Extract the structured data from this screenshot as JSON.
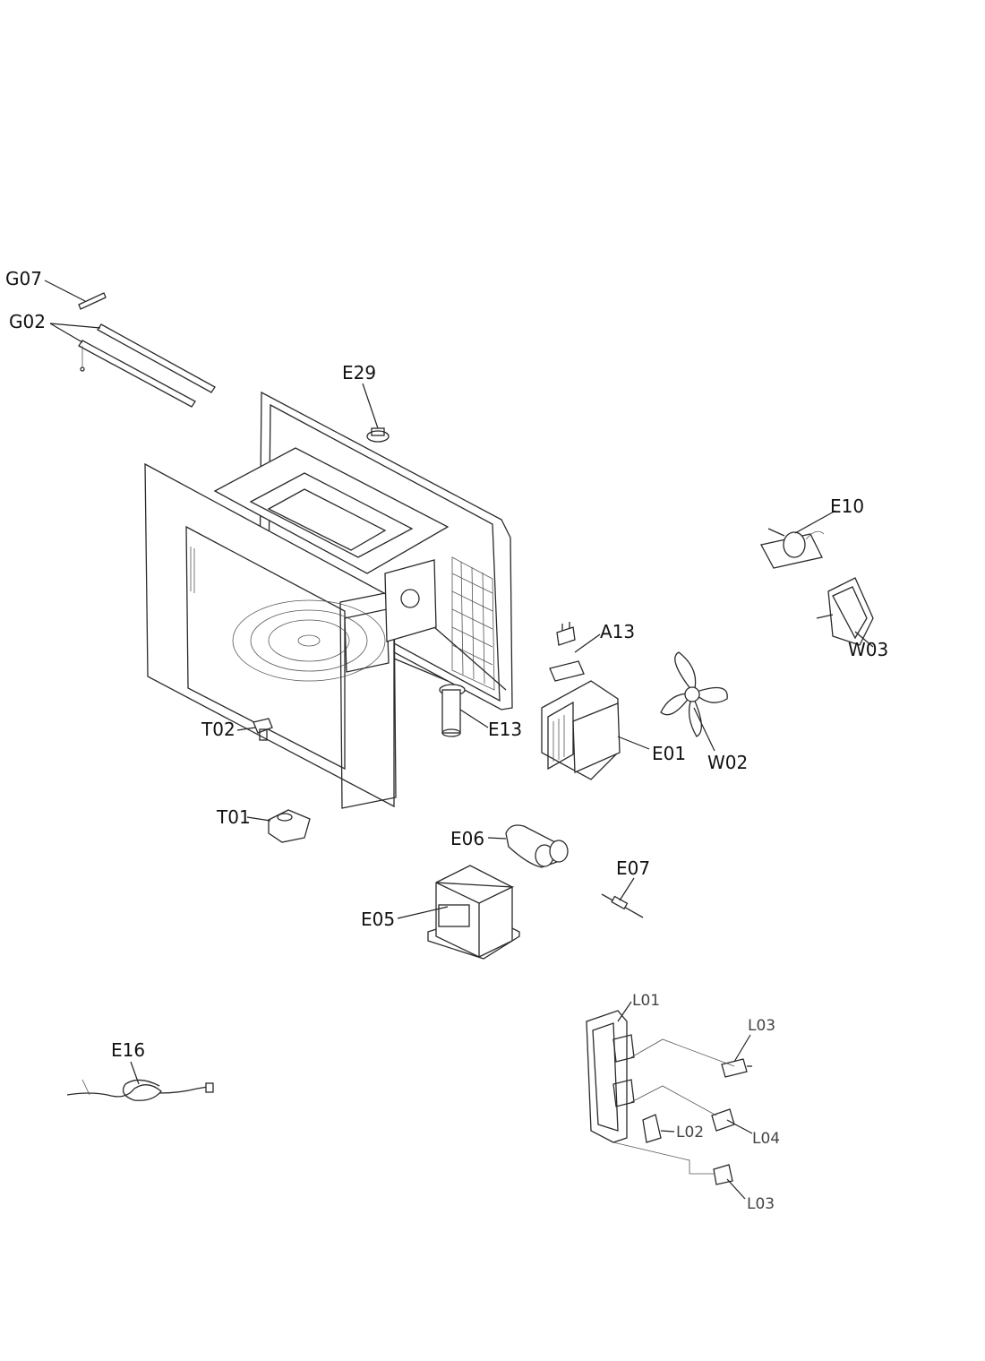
{
  "diagram": {
    "labels": {
      "g07": "G07",
      "g02": "G02",
      "e29": "E29",
      "e10": "E10",
      "w03": "W03",
      "a13": "A13",
      "e13": "E13",
      "t02": "T02",
      "e01": "E01",
      "w02": "W02",
      "t01": "T01",
      "e06": "E06",
      "e07": "E07",
      "e05": "E05",
      "e16": "E16",
      "l01": "L01",
      "l03a": "L03",
      "l04": "L04",
      "l02": "L02",
      "l03b": "L03"
    }
  }
}
